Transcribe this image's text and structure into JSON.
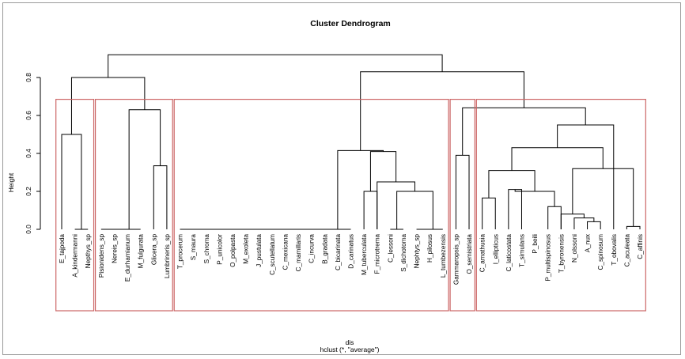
{
  "chart_data": {
    "type": "dendrogram",
    "title": "Cluster Dendrogram",
    "ylabel": "Height",
    "xlabel": "dis",
    "sub": "hclust (*, \"average\")",
    "ylim": [
      0,
      0.8
    ],
    "yticks": [
      0.0,
      0.2,
      0.4,
      0.6,
      0.8
    ],
    "ytick_labels": [
      "0.0",
      "0.2",
      "0.4",
      "0.6",
      "0.8"
    ],
    "rect_height": 0.685,
    "leaves": [
      "E_tajpoda",
      "A_kindermanni",
      "Nepthys_sp",
      "Pisionidens_sp",
      "Nereis_sp",
      "E_durhamianum",
      "M_fulgurata",
      "Glicera_sp",
      "Lumbrineris_sp",
      "T_procerum",
      "S_maura",
      "S_chroma",
      "P_unicolor",
      "O_polpasta",
      "M_exoleta",
      "J_pustulata",
      "C_scutellatum",
      "C_mexicana",
      "C_mamillaris",
      "C_incurva",
      "B_gradata",
      "C_bicarinata",
      "D_carinatus",
      "M_tuberculata",
      "F_microtrema",
      "C_lessoni",
      "S_dichotoma",
      "Nephtys_sp",
      "H_pilosus",
      "L_tumbezensis",
      "Gammaropsis_sp",
      "O_semistriata",
      "C_amathusia",
      "I_ellipticus",
      "C_laticostata",
      "T_simulans",
      "P_beili",
      "P_multispinosus",
      "T_byronensis",
      "N_olssoni",
      "A_nux",
      "C_spinosum",
      "T_obovalis",
      "C_aculeata",
      "C_affinis"
    ],
    "merges": [
      [
        -2,
        -3,
        0.0
      ],
      [
        -4,
        -5,
        0.0
      ],
      [
        2,
        -6,
        0.0
      ],
      [
        3,
        -7,
        0.0
      ],
      [
        -10,
        -11,
        0.0
      ],
      [
        5,
        -12,
        0.0
      ],
      [
        6,
        -13,
        0.0
      ],
      [
        7,
        -14,
        0.0
      ],
      [
        8,
        -15,
        0.0
      ],
      [
        9,
        -16,
        0.0
      ],
      [
        10,
        -17,
        0.0
      ],
      [
        11,
        -18,
        0.0
      ],
      [
        12,
        -19,
        0.0
      ],
      [
        13,
        -20,
        0.0
      ],
      [
        14,
        -21,
        0.0
      ],
      [
        15,
        -22,
        0.0
      ],
      [
        16,
        -23,
        0.0
      ],
      [
        -28,
        -29,
        0.0
      ],
      [
        18,
        -30,
        0.0
      ],
      [
        -44,
        -45,
        0.015
      ],
      [
        -41,
        -42,
        0.04
      ],
      [
        -40,
        21,
        0.06
      ],
      [
        -39,
        22,
        0.08
      ],
      [
        -38,
        -39,
        0.12
      ],
      [
        -33,
        -34,
        0.165
      ],
      [
        -26,
        -27,
        0.0
      ],
      [
        26,
        19,
        0.2
      ],
      [
        -24,
        -25,
        0.2
      ],
      [
        -35,
        -36,
        0.21
      ],
      [
        29,
        24,
        0.2
      ],
      [
        -1,
        1,
        0.5
      ],
      [
        -8,
        -9,
        0.335
      ],
      [
        4,
        32,
        0.63
      ],
      [
        -25,
        27,
        0.25
      ],
      [
        28,
        34,
        0.41
      ],
      [
        17,
        35,
        0.415
      ],
      [
        -31,
        -32,
        0.39
      ],
      [
        25,
        30,
        0.31
      ],
      [
        23,
        20,
        0.32
      ],
      [
        38,
        39,
        0.43
      ],
      [
        -43,
        40,
        0.55
      ],
      [
        37,
        41,
        0.64
      ],
      [
        31,
        33,
        0.8
      ],
      [
        36,
        42,
        0.83
      ],
      [
        43,
        44,
        0.92
      ]
    ],
    "clusters": [
      [
        1,
        3
      ],
      [
        4,
        9
      ],
      [
        10,
        30
      ],
      [
        31,
        32
      ],
      [
        33,
        45
      ]
    ],
    "colors": {
      "tree": "#000000",
      "rect": "#cc6666",
      "frame": "#9a9a9a"
    }
  }
}
